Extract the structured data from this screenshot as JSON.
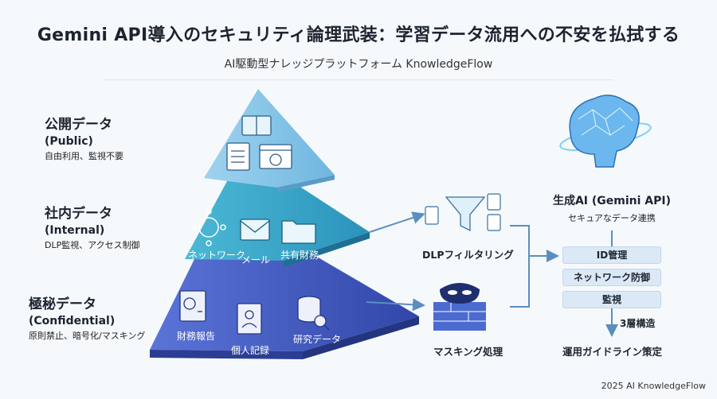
{
  "header": {
    "title": "Gemini API導入のセキュリティ論理武装：学習データ流用への不安を払拭する",
    "subtitle": "AI駆動型ナレッジプラットフォーム KnowledgeFlow"
  },
  "tiers": [
    {
      "name": "公開データ",
      "en": "(Public)",
      "desc": "自由利用、監視不要",
      "color": "#8cc8ea"
    },
    {
      "name": "社内データ",
      "en": "(Internal)",
      "desc": "DLP監視、アクセス制御",
      "color": "#3aa9c9",
      "icons": [
        "ネットワーク",
        "メール",
        "共有財務"
      ]
    },
    {
      "name": "極秘データ",
      "en": "(Confidential)",
      "desc": "原則禁止、暗号化/マスキング",
      "color": "#4560c6",
      "icons": [
        "財務報告",
        "個人記録",
        "研究データ"
      ]
    }
  ],
  "flow": {
    "dlp_label": "DLPフィルタリング",
    "mask_label": "マスキング処理",
    "ai_title": "生成AI (Gemini API)",
    "ai_sub": "セキュアなデータ連携",
    "layers": [
      "ID管理",
      "ネットワーク防御",
      "監視"
    ],
    "layers_caption": "3層構造",
    "bottom_label": "運用ガイドライン策定"
  },
  "footer": "2025 AI KnowledgeFlow"
}
